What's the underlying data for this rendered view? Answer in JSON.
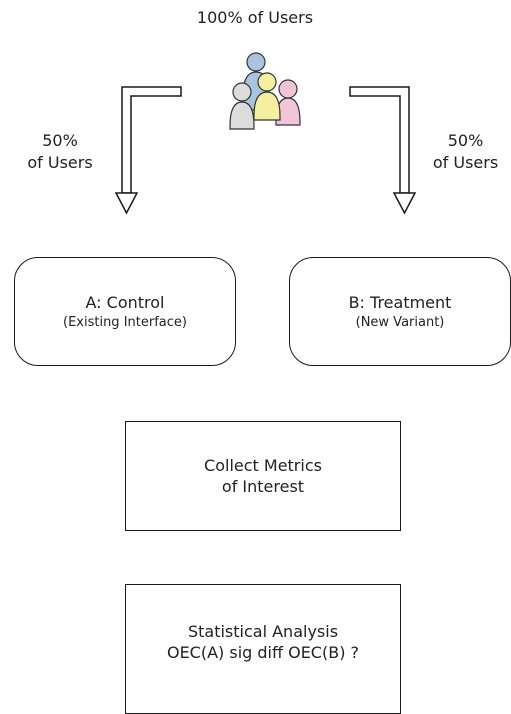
{
  "top_label": "100% of Users",
  "left_split": {
    "line1": "50%",
    "line2": "of Users"
  },
  "right_split": {
    "line1": "50%",
    "line2": "of Users"
  },
  "box_a": {
    "title": "A: Control",
    "subtitle": "(Existing Interface)"
  },
  "box_b": {
    "title": "B: Treatment",
    "subtitle": "(New Variant)"
  },
  "metrics_box": {
    "line1": "Collect Metrics",
    "line2": "of Interest"
  },
  "analysis_box": {
    "line1": "Statistical Analysis",
    "line2": "OEC(A) sig diff OEC(B) ?"
  },
  "colors": {
    "person_blue": "#a9c4de",
    "person_gray": "#dcdcdc",
    "person_yellow": "#f4f0a0",
    "person_pink": "#f2c4d8",
    "outline": "#1a1a1a"
  }
}
